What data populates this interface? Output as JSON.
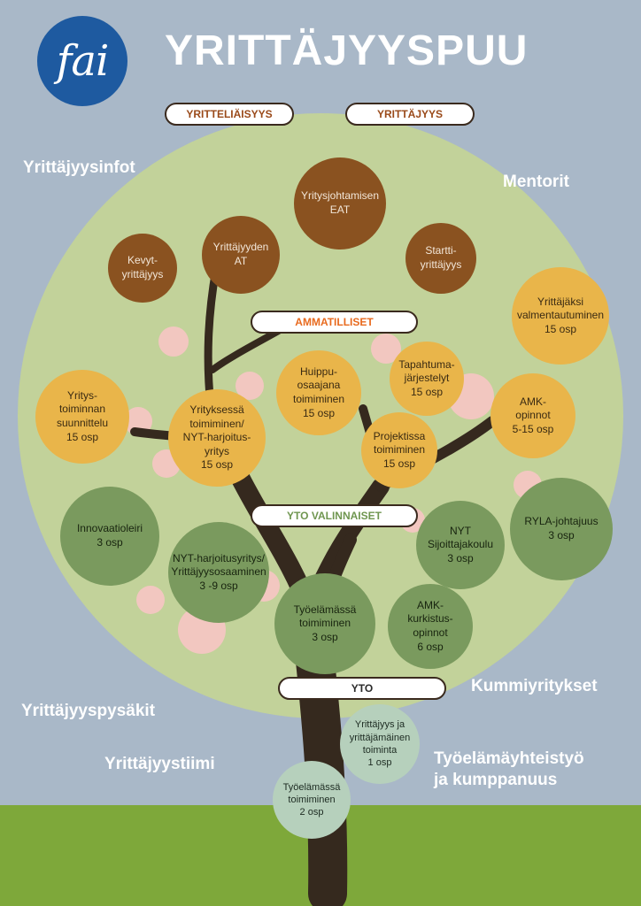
{
  "title": "YRITTÄJYYSPUU",
  "logo": {
    "text": "fai"
  },
  "pills": {
    "yritteliaisyys": "YRITTELIÄISYYS",
    "yrittajyys": "YRITTÄJYYS",
    "ammatilliset": "AMMATILLISET",
    "yto_valinnaiset": "YTO VALINNAISET",
    "yto": "YTO"
  },
  "side_labels": {
    "infot": "Yrittäjyysinfot",
    "mentorit": "Mentorit",
    "kummiyritykset": "Kummiyritykset",
    "pysakit": "Yrittäjyyspysäkit",
    "tiimi": "Yrittäjyystiimi",
    "tyoelama": "Työelämäyhteistyö\nja kumppanuus"
  },
  "colors": {
    "background": "#a9b8c8",
    "ground": "#7ea83a",
    "canopy": "#c2d29a",
    "trunk": "#35291e",
    "blossom": "#f2c7c0",
    "brown_circle": "#8a5220",
    "yellow_circle": "#e9b54a",
    "green_circle": "#7a9a5e",
    "light_green_circle": "#b6d0bc"
  },
  "circles": {
    "brown": [
      "Kevyt-\nyrittäjyys",
      "Yrittäjyyden\nAT",
      "Yritysjohtamisen\nEAT",
      "Startti-\nyrittäjyys"
    ],
    "yellow": [
      "Yrittäjäksi\nvalmentautuminen\n15 osp",
      "Yritys-\ntoiminnan\nsuunnittelu\n15 osp",
      "Yrityksessä\ntoimiminen/\nNYT-harjoitus-\nyritys\n15 osp",
      "Huippu-\nosaajana\ntoimiminen\n15 osp",
      "Tapahtuma-\njärjestelyt\n15 osp",
      "Projektissa\ntoimiminen\n15 osp",
      "AMK-\nopinnot\n5-15 osp"
    ],
    "green": [
      "Innovaatioleiri\n3 osp",
      "NYT-harjoitusyritys/\nYrittäjyysosaaminen\n3 -9 osp",
      "Työelämässä\ntoimiminen\n3 osp",
      "NYT\nSijoittajakoulu\n3 osp",
      "RYLA-johtajuus\n3 osp",
      "AMK-\nkurkistus-\nopinnot\n6 osp"
    ],
    "light_green": [
      "Yrittäjyys ja\nyrittäjämäinen\ntoiminta\n1 osp",
      "Työelämässä\ntoimiminen\n2 osp"
    ]
  }
}
